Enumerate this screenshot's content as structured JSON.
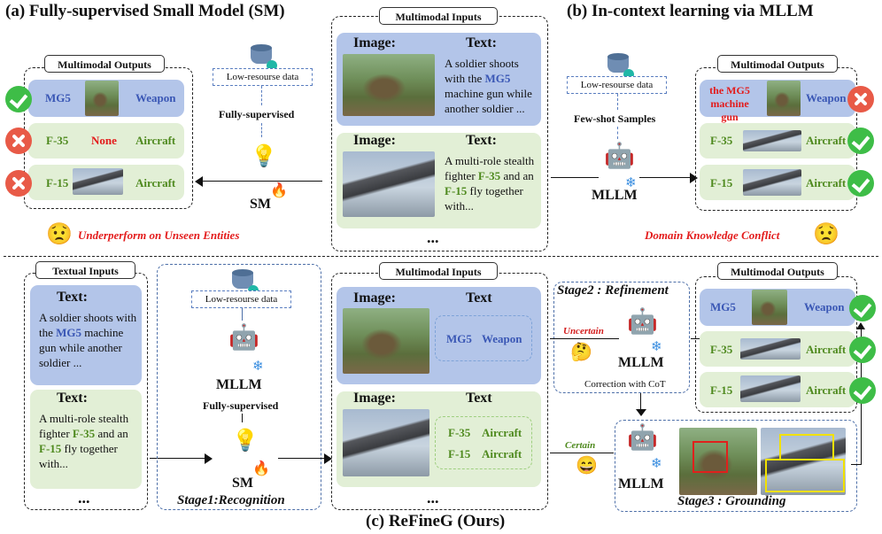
{
  "panel_a": {
    "title": "(a) Fully-supervised Small Model (SM)",
    "outputs_header": "Multimodal Outputs",
    "rows": [
      {
        "entity": "MG5",
        "type": "Weapon",
        "correct": true
      },
      {
        "entity": "F-35",
        "mid": "None",
        "type": "Aircraft",
        "correct": false
      },
      {
        "entity": "F-15",
        "type": "Aircraft",
        "correct": false
      }
    ],
    "lowres": "Low-resourse data",
    "fully_supervised": "Fully-supervised",
    "sm": "SM",
    "underperform": "Underperform on Unseen Entities"
  },
  "inputs_top": {
    "header": "Multimodal Inputs",
    "image_label": "Image:",
    "text_label": "Text:",
    "text1": {
      "pre": "A soldier shoots with the ",
      "ent": "MG5",
      "post": " machine gun while another soldier ..."
    },
    "text2": {
      "pre": "A multi-role stealth fighter ",
      "ent1": "F-35",
      "mid": " and an ",
      "ent2": "F-15",
      "post": " fly together with..."
    },
    "more": "..."
  },
  "panel_b": {
    "title": "(b) In-context learning via MLLM",
    "lowres": "Low-resourse data",
    "fewshot": "Few-shot Samples",
    "mllm": "MLLM",
    "outputs_header": "Multimodal Outputs",
    "row1_entity": "the MG5 machine gun",
    "row1_type": "Weapon",
    "row2_entity": "F-35",
    "row2_type": "Aircraft",
    "row3_entity": "F-15",
    "row3_type": "Aircraft",
    "conflict": "Domain Knowledge Conflict"
  },
  "panel_c": {
    "title": "(c) ReFineG (Ours)",
    "textual_header": "Textual Inputs",
    "text_label": "Text:",
    "text1": {
      "pre": "A soldier shoots with the ",
      "ent": "MG5",
      "post": " machine gun while another soldier ..."
    },
    "text2": {
      "pre": "A multi-role stealth fighter ",
      "ent1": "F-35",
      "mid": " and an ",
      "ent2": "F-15",
      "post": " fly together with..."
    },
    "more": "...",
    "lowres": "Low-resourse data",
    "mllm": "MLLM",
    "fully_supervised": "Fully-supervised",
    "sm": "SM",
    "stage1": "Stage1:Recognition",
    "inputs_header": "Multimodal Inputs",
    "image_label": "Image:",
    "text_plain": "Text",
    "mg5": "MG5",
    "weapon": "Weapon",
    "f35": "F-35",
    "f15": "F-15",
    "aircraft": "Aircraft",
    "stage2": "Stage2 : Refinement",
    "uncertain": "Uncertain",
    "correction": "Correction with CoT",
    "certain": "Certain",
    "stage3": "Stage3 : Grounding",
    "outputs_header": "Multimodal Outputs"
  }
}
